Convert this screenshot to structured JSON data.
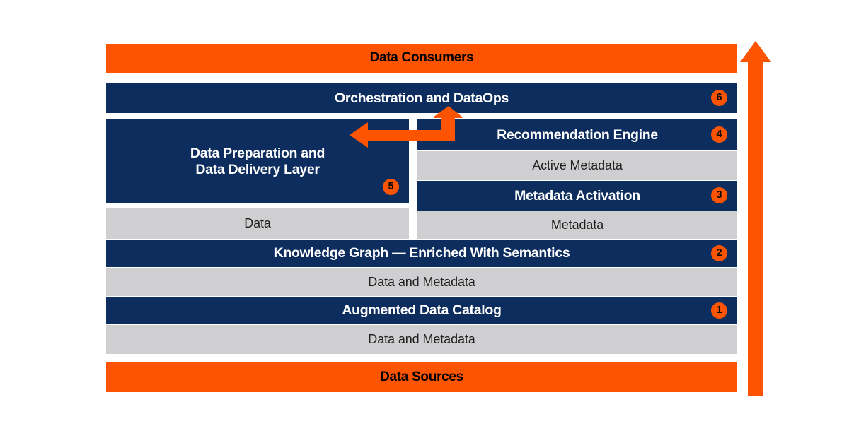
{
  "diagram": {
    "title": "Data Fabric Architecture Layers",
    "colors": {
      "navy": "#0d2d5e",
      "gray": "#cfcfd1",
      "orange": "#fc5400",
      "white": "#ffffff"
    },
    "top_bar": {
      "label": "Data Consumers"
    },
    "orchestration": {
      "label": "Orchestration and DataOps",
      "badge": "6"
    },
    "left_column": {
      "main": {
        "label": "Data Preparation and\nData Delivery Layer",
        "badge": "5"
      },
      "sub": {
        "label": "Data"
      }
    },
    "right_column": {
      "recommendation": {
        "label": "Recommendation Engine",
        "badge": "4"
      },
      "active_metadata": {
        "label": "Active Metadata"
      },
      "metadata_activation": {
        "label": "Metadata Activation",
        "badge": "3"
      },
      "metadata": {
        "label": "Metadata"
      }
    },
    "knowledge_graph": {
      "label": "Knowledge Graph — Enriched With Semantics",
      "badge": "2"
    },
    "kg_sub": {
      "label": "Data and Metadata"
    },
    "augmented_catalog": {
      "label": "Augmented Data Catalog",
      "badge": "1"
    },
    "catalog_sub": {
      "label": "Data and Metadata"
    },
    "bottom_bar": {
      "label": "Data Sources"
    },
    "arrows": {
      "vertical_feedback": {
        "name": "upward-flow-arrow",
        "direction": "up"
      },
      "elbow": {
        "name": "elbow-double-arrow",
        "direction": "left-and-up"
      }
    }
  }
}
